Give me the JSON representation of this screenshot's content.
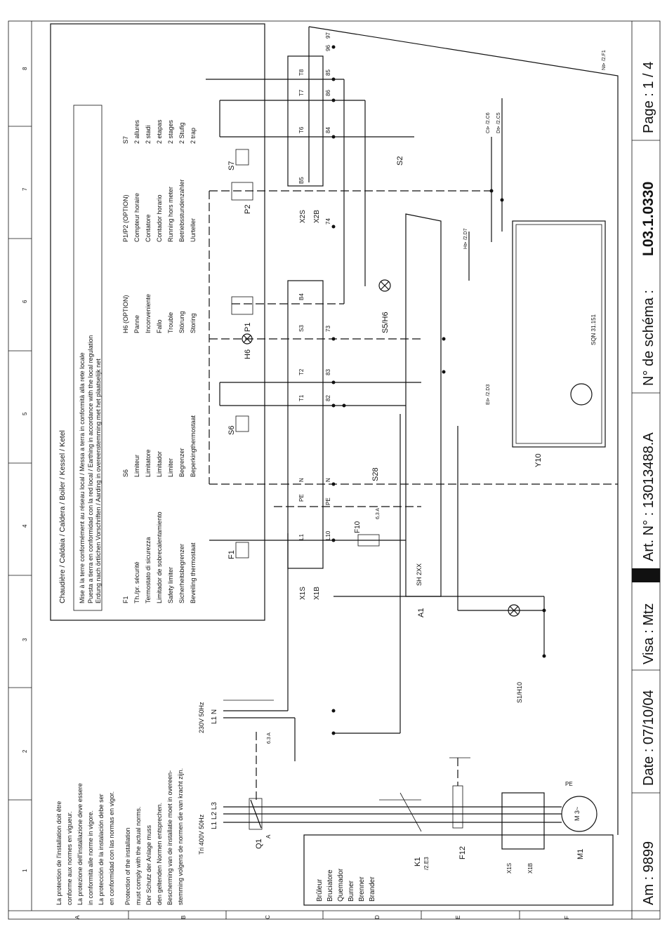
{
  "title_block": {
    "am": "Am :   9899",
    "date": "Date : 07/10/04",
    "visa": "Visa : Mtz",
    "art": "Art. N° :  13013488.A",
    "schema_label": "N° de schéma :",
    "schema_num": "L03.1.0330",
    "page": "Page :  1  /  4"
  },
  "grid": {
    "cols": [
      "1",
      "2",
      "3",
      "4",
      "5",
      "6",
      "7",
      "8"
    ],
    "rows": [
      "A",
      "B",
      "C",
      "D",
      "E",
      "F"
    ]
  },
  "legend": {
    "heading": "Chaudière / Caldaia / Caldera / Boiler / Kessel / Ketel",
    "earth": [
      "Mise à la terre conformément au réseau local / Messa a terra in conformità alla rete locale",
      "Puesta a tierra en conformidad con la red local / Earthing in accordance with the local regulation",
      "Erdung nach örtlichen Vorschriften / Aarding in overeenstemming met het plaatselijk net"
    ],
    "cols": [
      {
        "title": "F1",
        "lines": [
          "Th./pr. sécurité",
          "Termostato di sicurezza",
          "Limitador de sobrecalentamiento",
          "Safety limiter",
          "Sicherheitsbegrenzer",
          "Beveiling thermostaat"
        ]
      },
      {
        "title": "S6",
        "lines": [
          "Limiteur",
          "Limitatore",
          "Limitador",
          "Limiter",
          "Begrenzer",
          "Beperkingthermostaat"
        ]
      },
      {
        "title": "H6 (OPTION)",
        "lines": [
          "Panne",
          "Inconveniente",
          "Fallo",
          "Trouble",
          "Störung",
          "Storing"
        ]
      },
      {
        "title": "P1/P2 (OPTION)",
        "lines": [
          "Compteur horaire",
          "Contatore",
          "Contador horario",
          "Running hors meter",
          "Betriebsstundenzahler",
          "Uurteller"
        ]
      },
      {
        "title": "S7",
        "lines": [
          "2 allures",
          "2 stadi",
          "2 etapas",
          "2 stages",
          "2 Stufig",
          "2 trap"
        ]
      }
    ]
  },
  "protection_note": [
    "La protection de l'installation doit être",
    "conforme aux normes en vigueur.",
    "La protezione dell'installazione deve essere",
    "in conformità alle norme in vigore.",
    "La protección de la instalación debe ser",
    "en conformidad con las normas en vigor.",
    "Protection of the installation",
    "must comply with the actual norms.",
    "Der Schutz der Anlage muss",
    "den geltenden Normen entsprechen.",
    "Bescherming van de installatie moet in overeen-",
    "stemming volgens de normen die van kracht zijn."
  ],
  "burner_names": [
    "Brûleur",
    "Bruciatore",
    "Quemador",
    "Burner",
    "Brenner",
    "Brander"
  ],
  "supply": {
    "tri": "Tri 400V 50Hz",
    "mono": "230V 50Hz",
    "l123": "L1 L2 L3",
    "l1n": "L1  N"
  },
  "components": {
    "q1": "Q1",
    "a": "A",
    "fuse": "6.3 A",
    "k1": "K1",
    "k1ref": "/2.E3",
    "f12": "F12",
    "m1": "M1",
    "m3": "M\n3~",
    "x1s": "X1S",
    "x1b": "X1B",
    "x2s": "X2S",
    "x2b": "X2B",
    "f1": "F1",
    "s6": "S6",
    "s7": "S7",
    "h6": "H6",
    "p1": "P1",
    "p2": "P2",
    "f10": "F10",
    "f10a": "6,3 A",
    "a1": "A1",
    "sh2xx": "SH 2XX",
    "s28": "S28",
    "s5h6": "S5/H6",
    "s2": "S2",
    "s1h10": "S1/H10",
    "y10": "Y10",
    "sqn": "SQN 31.151",
    "pe": "PE"
  },
  "terminals_x1": [
    "L1",
    "PE",
    "N",
    "T1",
    "T2",
    "S3",
    "B4"
  ],
  "wires_x1": [
    "L10",
    "PE",
    "N",
    "82",
    "83",
    "73"
  ],
  "terminals_x2": [
    "B5",
    "T6",
    "T7",
    "T8"
  ],
  "wires_x2": [
    "74",
    "84",
    "86",
    "85",
    "96",
    "97"
  ],
  "refs": {
    "f1": "N⊳ /2.F1",
    "c": "C⊳ /2.C6",
    "d": "D⊳ /2.C5",
    "h": "H⊳ /2.D7",
    "e": "E⊳ /2.D3"
  }
}
